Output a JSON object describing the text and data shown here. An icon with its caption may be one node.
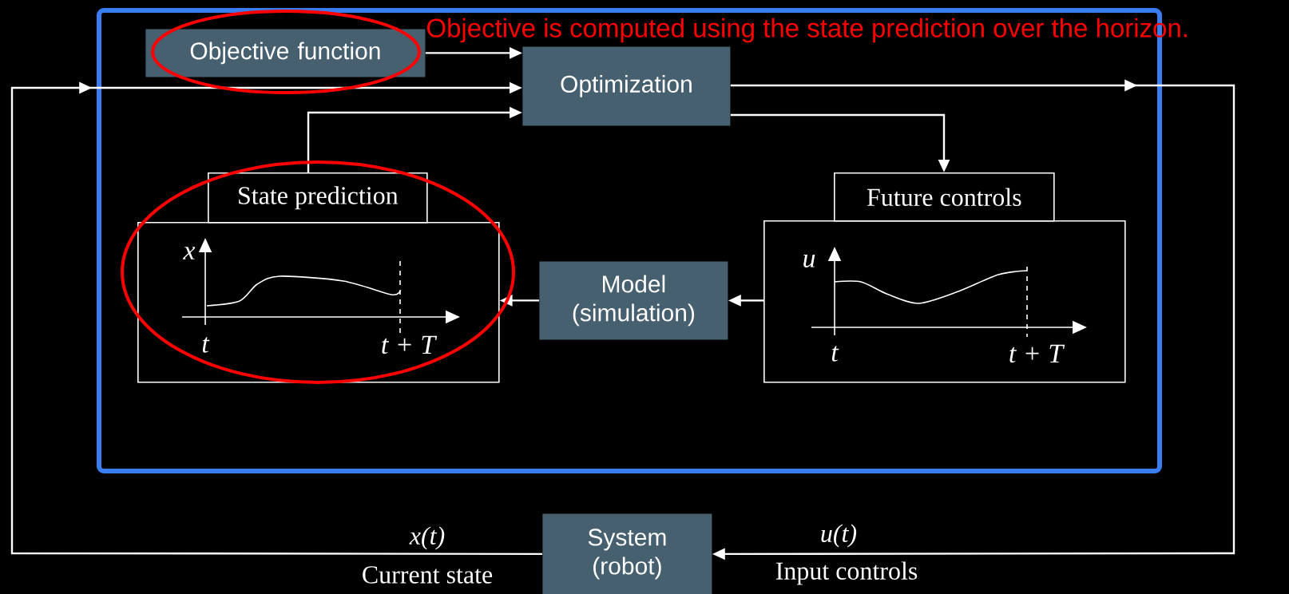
{
  "diagram": {
    "nodes": [
      {
        "text": [],
        "shape": "box"
      },
      {
        "text": [
          "Objective function"
        ],
        "in": 0
      },
      {
        "text": [
          "Optimization"
        ],
        "in": 0
      },
      {
        "text": [
          "State prediction"
        ],
        "in": 0
      },
      {
        "text": [
          "x",
          "t",
          "t + T"
        ],
        "in": 0
      },
      {
        "text": [
          "Future controls"
        ],
        "in": 0
      },
      {
        "text": [
          "u",
          "t",
          "t + T"
        ],
        "in": 0
      },
      {
        "text": [
          "Model (simulation)"
        ],
        "in": 0
      },
      {
        "text": [
          "System (robot)"
        ]
      }
    ],
    "edges": [
      {
        "from": 1,
        "to": 2,
        "arrow": "to"
      },
      {
        "from": 8,
        "to": 2,
        "arrow": "to"
      },
      {
        "from": 2,
        "to": 8,
        "arrow": "to"
      },
      {
        "from": 3,
        "to": 2,
        "arrow": "to"
      },
      {
        "from": 2,
        "to": 5,
        "arrow": "to"
      },
      {
        "from": 6,
        "to": 7,
        "arrow": "to"
      },
      {
        "from": 7,
        "to": 4,
        "arrow": "to"
      }
    ],
    "labels": [
      "Objective is computed using the state prediction over the horizon.",
      "x(t)",
      "Current state",
      "u(t)",
      "Input controls"
    ]
  }
}
